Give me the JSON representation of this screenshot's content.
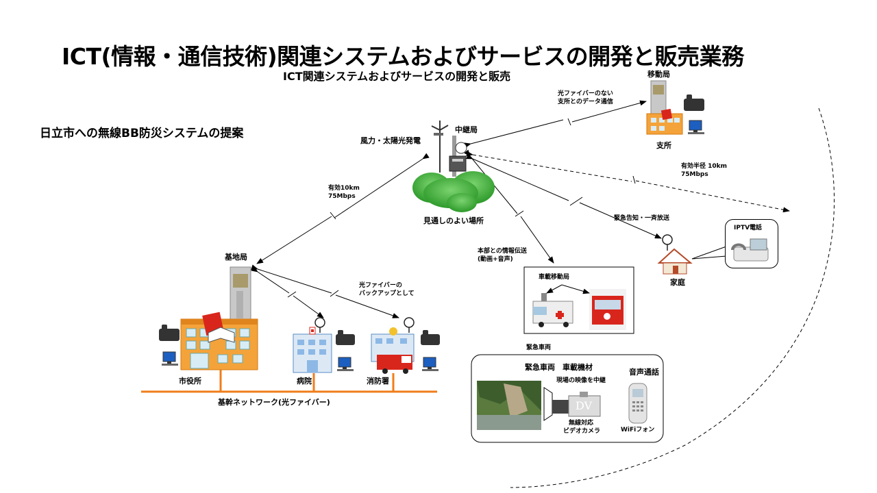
{
  "title": "ICT(情報・通信技術)関連システムおよびサービスの開発と販売業務",
  "subtitle": "ICT関連システムおよびサービスの開発と販売",
  "proposal": "日立市への無線BB防災システムの提案",
  "nodes": {
    "mobile_station": "移動局",
    "branch": "支所",
    "relay": "中継局",
    "power": "風力・太陽光発電",
    "good_view": "見通しのよい場所",
    "base_station": "基地局",
    "city_hall": "市役所",
    "hospital": "病院",
    "fire_station": "消防署",
    "backbone": "基幹ネットワーク(光ファイバー)",
    "home": "家庭",
    "iptv": "IPTV電話",
    "vehicle_station": "車載移動局",
    "emergency_vehicle": "緊急車両"
  },
  "links": {
    "no_fiber_line1": "光ファイバーのない",
    "no_fiber_line2": "支所とのデータ通信",
    "range_line1": "有効半径 10km",
    "range_line2": "75Mbps",
    "base_line1": "有効10km",
    "base_line2": "75Mbps",
    "alert": "緊急告知・一斉放送",
    "hq_line1": "本部との情報伝送",
    "hq_line2": "(動画+音声)",
    "backup_line1": "光ファイバーの",
    "backup_line2": "バックアップとして"
  },
  "equipment": {
    "header": "緊急車両　車載機材",
    "voice": "音声通話",
    "relay_video": "現場の映像を中継",
    "dv": "DV",
    "camera_line1": "無線対応",
    "camera_line2": "ビデオカメラ",
    "wifi_phone": "WiFiフォン"
  },
  "colors": {
    "accent_orange": "#f07d1a",
    "hill_green": "#39a935",
    "fire_red": "#d9261c"
  }
}
